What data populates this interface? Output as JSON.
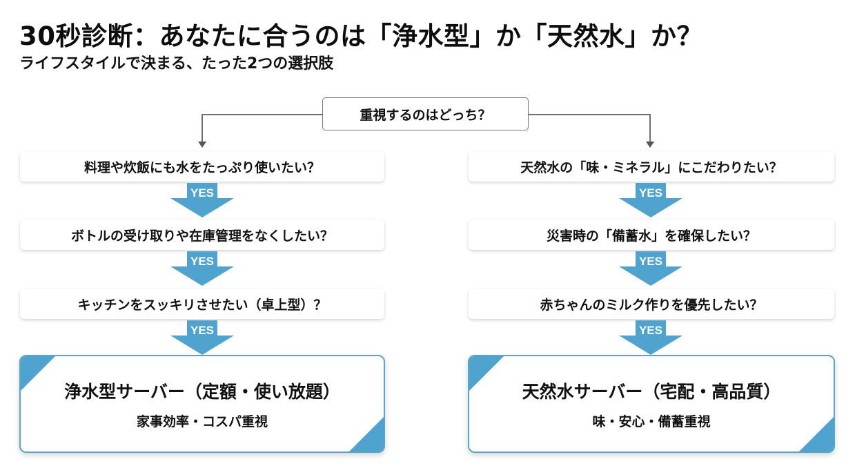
{
  "header": {
    "title": "30秒診断：あなたに合うのは「浄水型」か「天然水」か？",
    "subtitle": "ライフスタイルで決まる、たった2つの選択肢"
  },
  "root": {
    "question": "重視するのはどっち？"
  },
  "colors": {
    "accent": "#4fa4cf",
    "border": "#5aa5c8",
    "connector": "#6f6f6f"
  },
  "yes_label": "YES",
  "left": {
    "questions": [
      "料理や炊飯にも水をたっぷり使いたい？",
      "ボトルの受け取りや在庫管理をなくしたい？",
      "キッチンをスッキリさせたい（卓上型）？"
    ],
    "result": {
      "title": "浄水型サーバー（定額・使い放題）",
      "subtitle": "家事効率・コスパ重視"
    }
  },
  "right": {
    "questions": [
      "天然水の「味・ミネラル」にこだわりたい？",
      "災害時の「備蓄水」を確保したい？",
      "赤ちゃんのミルク作りを優先したい？"
    ],
    "result": {
      "title": "天然水サーバー（宅配・高品質）",
      "subtitle": "味・安心・備蓄重視"
    }
  }
}
